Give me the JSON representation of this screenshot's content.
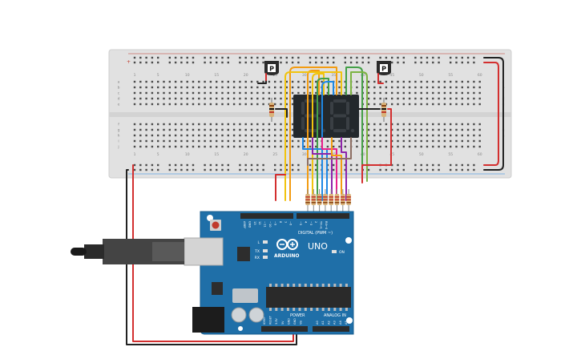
{
  "breadboard": {
    "row_letters_top": [
      "a",
      "b",
      "c",
      "d",
      "e"
    ],
    "row_letters_bottom": [
      "f",
      "g",
      "h",
      "i",
      "j"
    ],
    "column_numbers": [
      "1",
      "5",
      "10",
      "15",
      "20",
      "25",
      "30",
      "35",
      "40",
      "45",
      "50",
      "55",
      "60"
    ],
    "rail_sign": "+"
  },
  "transistors": [
    {
      "label": "P"
    },
    {
      "label": "P"
    }
  ],
  "display": {
    "digits": [
      "8.",
      "8."
    ],
    "segment_color": "#3a3f44",
    "body_color": "#23282c"
  },
  "arduino": {
    "brand": "ARDUINO",
    "model": "UNO",
    "digital_header": "DIGITAL (PWM ~)",
    "power_header": "POWER",
    "analog_header": "ANALOG IN",
    "digital_pins": [
      "AREF",
      "GND",
      "13",
      "12",
      "~11",
      "~10",
      "~9",
      "8",
      "7",
      "~6",
      "~5",
      "4",
      "~3",
      "2",
      "TX→1",
      "RX←0"
    ],
    "power_pins": [
      "IOREF",
      "RESET",
      "3.3V",
      "5V",
      "GND",
      "GND",
      "Vin"
    ],
    "analog_pins": [
      "A0",
      "A1",
      "A2",
      "A3",
      "A4",
      "A5"
    ],
    "led_labels": [
      "L",
      "TX",
      "RX"
    ],
    "on_label": "ON",
    "board_color": "#1f6fa8"
  },
  "wire_colors": {
    "red": "#d32f2f",
    "black": "#222222",
    "orange": "#f39c12",
    "yellow": "#f1c40f",
    "green": "#43a047",
    "blue": "#1e88e5",
    "purple": "#8e24aa",
    "pink": "#e91e8c",
    "brown": "#8d6e63",
    "lime": "#7cb342"
  }
}
